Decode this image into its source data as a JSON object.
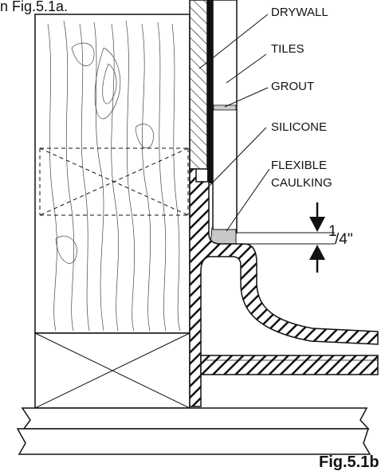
{
  "intro_text": "n Fig.5.1a.",
  "labels": {
    "drywall": "DRYWALL",
    "tiles": "TILES",
    "grout": "GROUT",
    "silicone": "SILICONE",
    "flexible": "FLEXIBLE",
    "caulking": "CAULKING"
  },
  "dimension": {
    "numerator": "1",
    "denominator": "/4\""
  },
  "figure_caption": "Fig.5.1b"
}
